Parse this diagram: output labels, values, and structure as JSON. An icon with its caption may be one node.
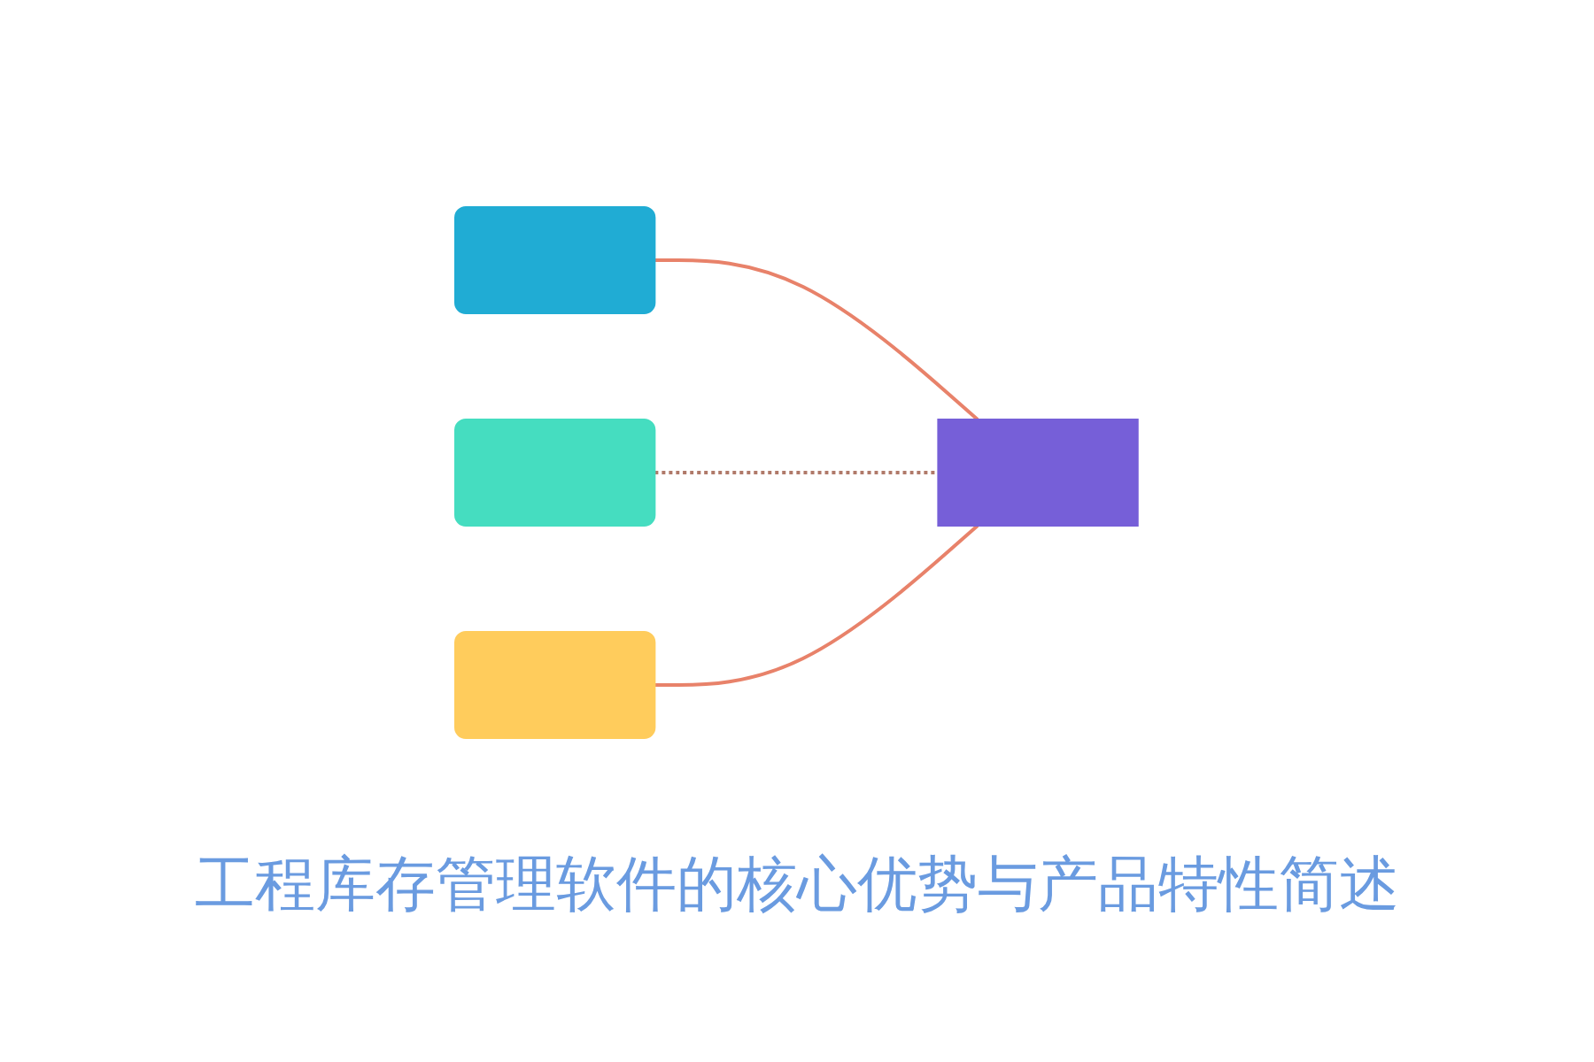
{
  "diagram": {
    "title": "工程库存管理软件的核心优势与产品特性简述",
    "nodes": [
      {
        "text": [],
        "shape": "box"
      },
      {
        "text": [],
        "shape": "box"
      },
      {
        "text": [],
        "shape": "box"
      },
      {
        "text": [],
        "shape": "box"
      }
    ],
    "edges": [
      {
        "from": 0,
        "to": 3,
        "arrow": "none"
      },
      {
        "from": 1,
        "to": 3,
        "arrow": "none",
        "style": "dashed",
        "color": "#b07a6a"
      },
      {
        "from": 2,
        "to": 3,
        "arrow": "none"
      }
    ]
  }
}
